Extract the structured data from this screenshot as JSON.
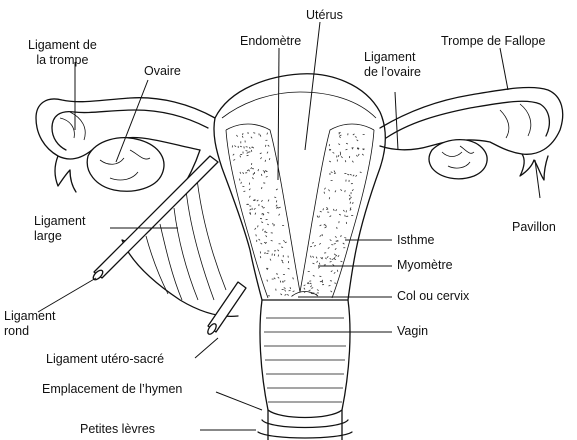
{
  "labels": {
    "uterus": "Utérus",
    "ligament_trompe_1": "Ligament de",
    "ligament_trompe_2": "la trompe",
    "endometre": "Endomètre",
    "trompe_fallope": "Trompe de Fallope",
    "ovaire": "Ovaire",
    "ligament_ovaire_1": "Ligament",
    "ligament_ovaire_2": "de l’ovaire",
    "ligament_large_1": "Ligament",
    "ligament_large_2": "large",
    "pavillon": "Pavillon",
    "isthme": "Isthme",
    "myometre": "Myomètre",
    "col": "Col ou cervix",
    "ligament_rond_1": "Ligament",
    "ligament_rond_2": "rond",
    "vagin": "Vagin",
    "ligament_utero_sacre": "Ligament utéro-sacré",
    "hymen": "Emplacement de l’hymen",
    "petites_levres": "Petites lèvres"
  }
}
